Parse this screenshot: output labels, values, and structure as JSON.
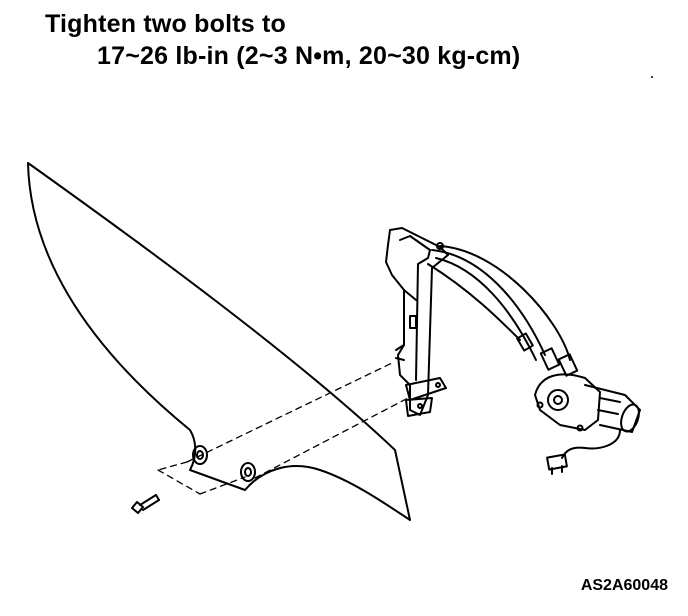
{
  "instruction": {
    "line1": "Tighten two bolts to",
    "line2": "17~26 lb-in (2~3 N•m, 20~30 kg-cm)"
  },
  "figure_code": "AS2A60048"
}
